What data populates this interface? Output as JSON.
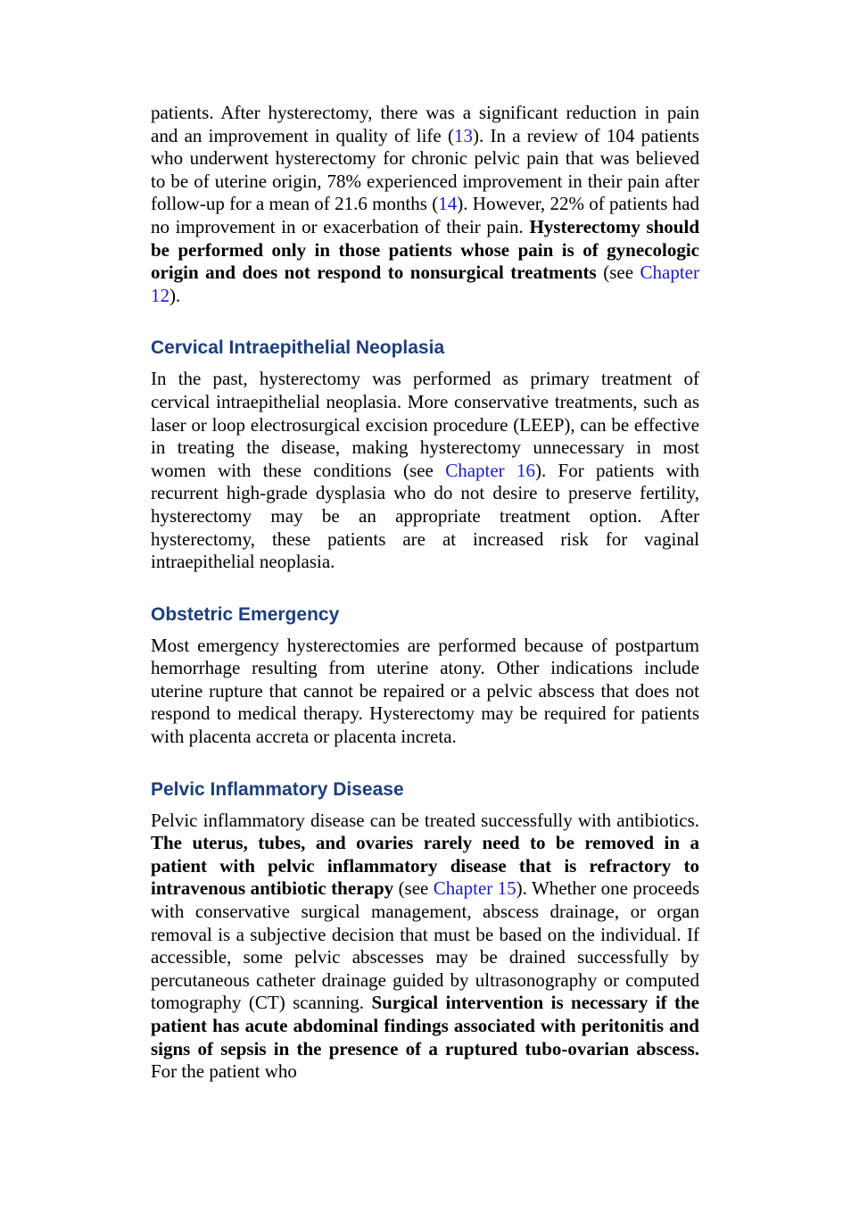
{
  "colors": {
    "heading": "#1c3f7c",
    "link": "#1a1acc",
    "text": "#000000"
  },
  "p1": {
    "t1": "patients. After hysterectomy, there was a significant reduction in pain and an improvement in quality of life (",
    "ref1": "13",
    "t2": "). In a review of 104 patients who underwent hysterectomy for chronic pelvic pain that was believed to be of uterine origin, 78% experienced improvement in their pain after follow-up for a mean of 21.6 months (",
    "ref2": "14",
    "t3": "). However, 22% of patients had no improvement in or exacerbation of their pain. ",
    "bold": "Hysterectomy should be performed only in those patients whose pain is of gynecologic origin and does not respond to nonsurgical treatments",
    "t4": " (see ",
    "chapter": "Chapter 12",
    "t5": ")."
  },
  "cin": {
    "heading": "Cervical Intraepithelial Neoplasia",
    "t1": "In the past, hysterectomy was performed as primary treatment of cervical intraepithelial neoplasia. More conservative treatments, such as laser or loop electrosurgical excision procedure (LEEP), can be effective in treating the disease, making hysterectomy unnecessary in most women with these conditions (see ",
    "chapter": "Chapter 16",
    "t2": "). For patients with recurrent high-grade dysplasia who do not desire to preserve fertility, hysterectomy may be an appropriate treatment option. After hysterectomy, these patients are at increased risk for vaginal intraepithelial neoplasia."
  },
  "obstetric": {
    "heading": "Obstetric Emergency",
    "text": "Most emergency hysterectomies are performed because of postpartum hemorrhage resulting from uterine atony. Other indications include uterine rupture that cannot be repaired or a pelvic abscess that does not respond to medical therapy. Hysterectomy may be required for patients with placenta accreta or placenta increta."
  },
  "pid": {
    "heading": "Pelvic Inflammatory Disease",
    "t1": "Pelvic inflammatory disease can be treated successfully with antibiotics. ",
    "bold1": "The uterus, tubes, and ovaries rarely need to be removed in a patient with pelvic inflammatory disease that is refractory to intravenous antibiotic therapy",
    "t2": " (see ",
    "chapter": "Chapter 15",
    "t3": "). Whether one proceeds with conservative surgical management, abscess drainage, or organ removal is a subjective decision that must be based on the individual. If accessible, some pelvic abscesses may be drained successfully by percutaneous catheter drainage guided by ultrasonography or computed tomography (CT) scanning. ",
    "bold2": "Surgical intervention is necessary if the patient has acute abdominal findings associated with peritonitis and signs of sepsis in the presence of a ruptured tubo-ovarian abscess.",
    "t4": " For the patient who"
  }
}
